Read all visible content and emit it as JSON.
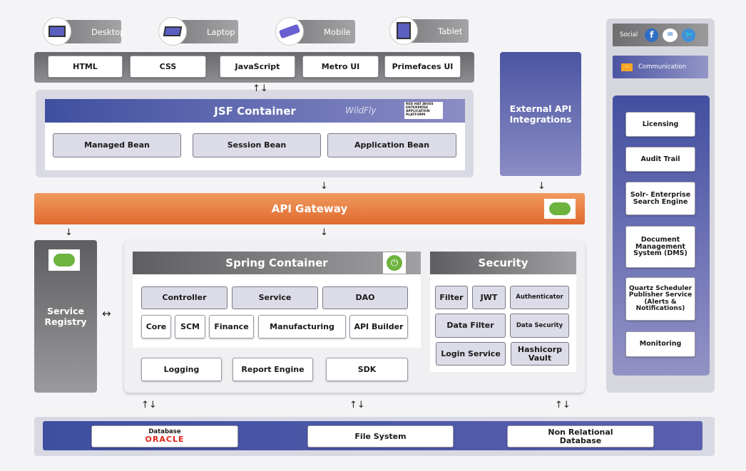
{
  "devices": [
    {
      "label": "Desktop",
      "icon": "desktop-icon"
    },
    {
      "label": "Laptop",
      "icon": "laptop-icon"
    },
    {
      "label": "Mobile",
      "icon": "mobile-icon"
    },
    {
      "label": "Tablet",
      "icon": "tablet-icon"
    }
  ],
  "frontend": [
    "HTML",
    "CSS",
    "JavaScript",
    "Metro UI",
    "Primefaces UI"
  ],
  "jsf": {
    "title": "JSF Container",
    "logo_wildfly": "WildFly",
    "logo_jboss": "RED HAT JBOSS ENTERPRISE APPLICATION PLATFORM",
    "beans": [
      "Managed Bean",
      "Session Bean",
      "Application Bean"
    ]
  },
  "external_api": "External API Integrations",
  "api_gateway": "API Gateway",
  "service_registry": "Service Registry",
  "spring": {
    "title": "Spring Container",
    "row1": [
      "Controller",
      "Service",
      "DAO"
    ],
    "row2": [
      "Core",
      "SCM",
      "Finance",
      "Manufacturing",
      "API Builder"
    ],
    "row3": [
      "Logging",
      "Report Engine",
      "SDK"
    ]
  },
  "security": {
    "title": "Security",
    "items": [
      "Filter",
      "JWT",
      "Authenticator",
      "Data Filter",
      "Data Security",
      "Login Service",
      "Hashicorp Vault"
    ]
  },
  "sidebar": {
    "social": "Social",
    "social_icons": [
      "facebook-icon",
      "outlook-icon",
      "twitter-icon"
    ],
    "communication": "Communication",
    "services": [
      "Licensing",
      "Audit Trail",
      "Solr- Enterprise Search Engine",
      "Document Management System (DMS)",
      "Quartz Scheduler Publisher Service (Alerts & Notifications)",
      "Monitoring"
    ]
  },
  "storage": {
    "database_label": "Database",
    "database_brand": "ORACLE",
    "file_system": "File System",
    "non_relational": "Non Relational Database"
  },
  "colors": {
    "gateway": "#e8763a",
    "blue": "#4a55a2",
    "oracle": "#e2231a",
    "spring_green": "#6db33f"
  }
}
